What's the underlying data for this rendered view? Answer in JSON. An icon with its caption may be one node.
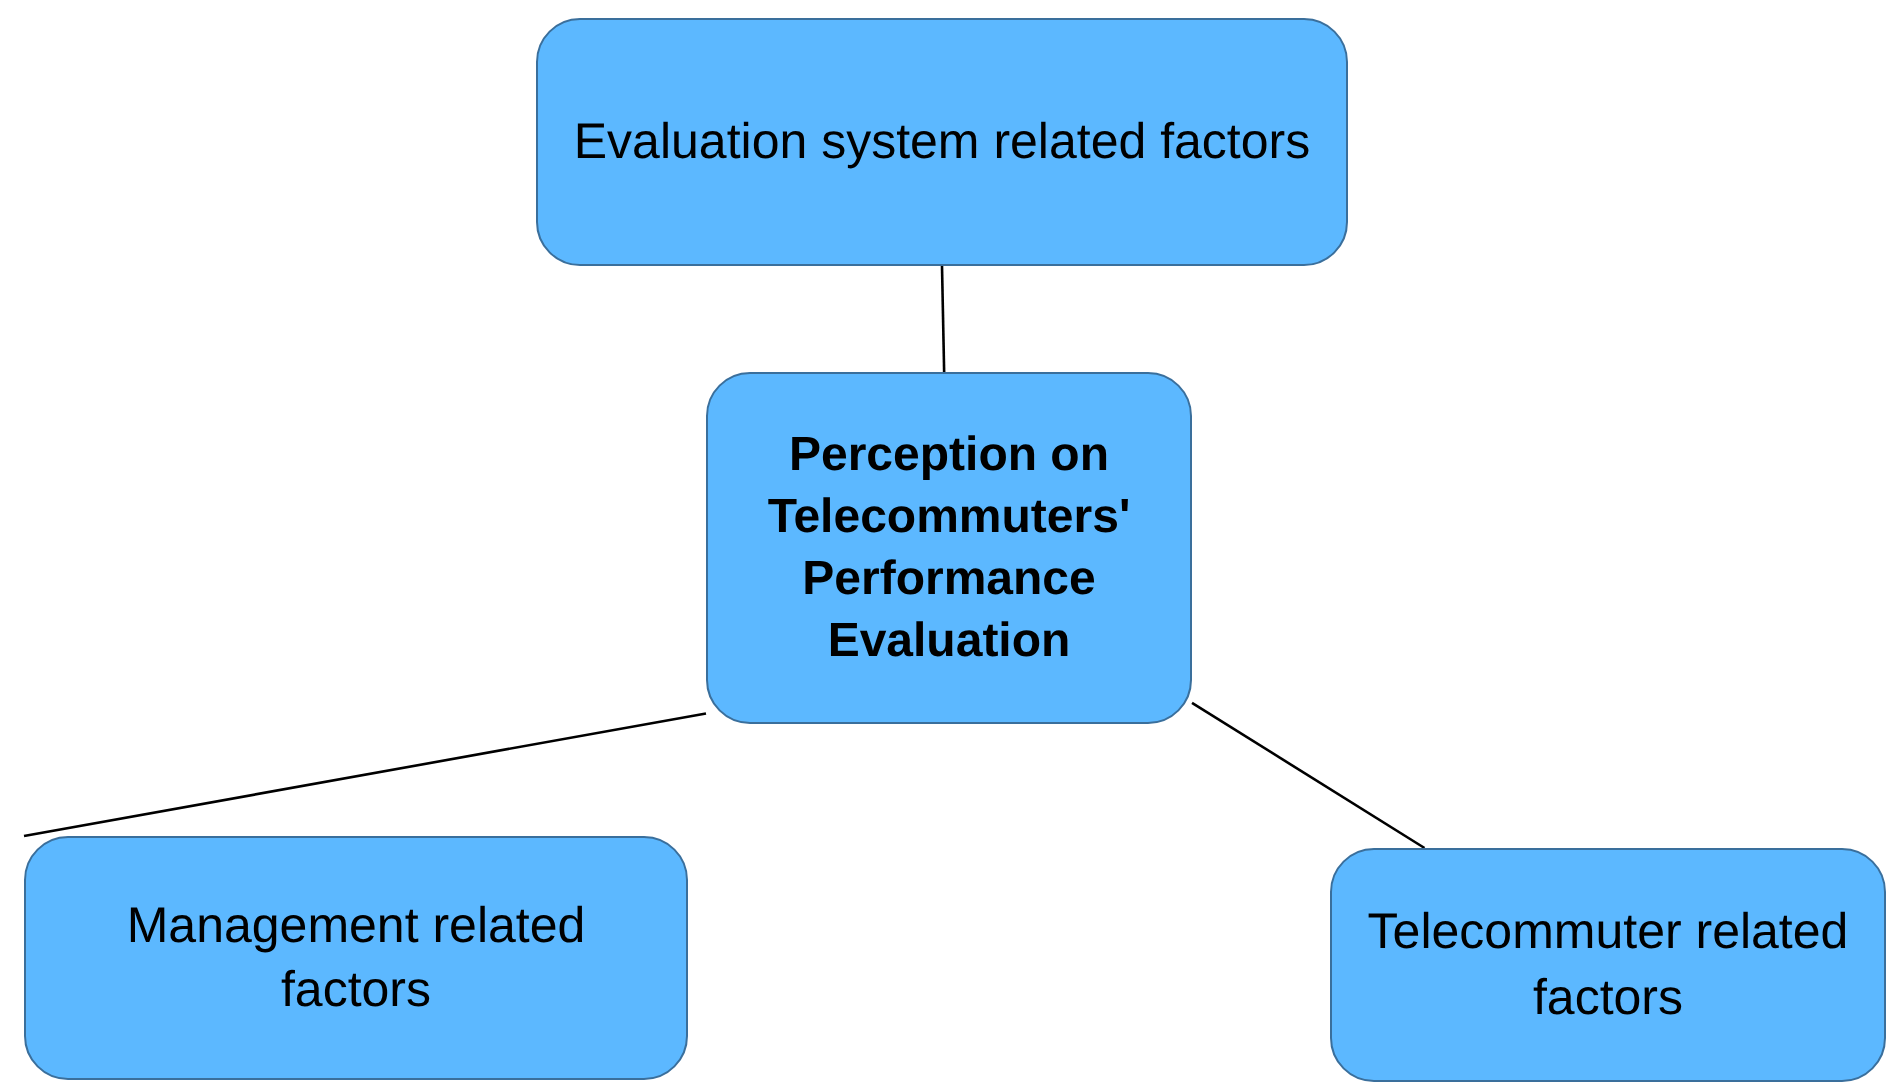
{
  "diagram": {
    "nodes": [
      {
        "text": [
          "Evaluation system related factors"
        ]
      },
      {
        "text": [
          "Perception on Telecommuters' Performance Evaluation"
        ]
      },
      {
        "text": [
          "Management related factors"
        ]
      },
      {
        "text": [
          "Telecommuter related factors"
        ]
      }
    ],
    "edges": [
      {
        "from": 1,
        "to": 0,
        "arrow": "none"
      },
      {
        "from": 1,
        "to": 2,
        "arrow": "none"
      },
      {
        "from": 1,
        "to": 3,
        "arrow": "none"
      }
    ]
  }
}
